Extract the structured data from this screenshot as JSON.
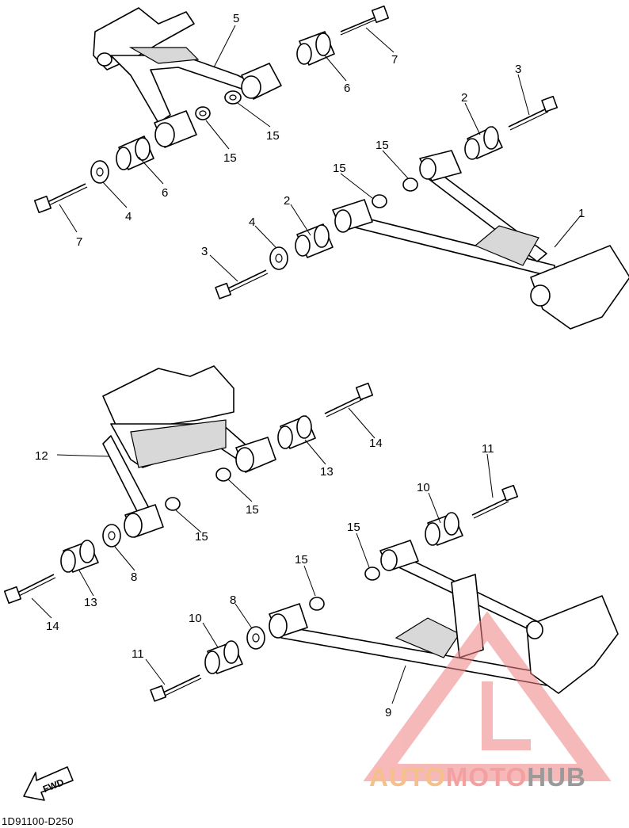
{
  "callouts": {
    "c1": "1",
    "c2a": "2",
    "c2b": "2",
    "c3a": "3",
    "c3b": "3",
    "c4a": "4",
    "c4b": "4",
    "c5": "5",
    "c6a": "6",
    "c6b": "6",
    "c7a": "7",
    "c7b": "7",
    "c8a": "8",
    "c8b": "8",
    "c9": "9",
    "c10a": "10",
    "c10b": "10",
    "c11a": "11",
    "c11b": "11",
    "c12": "12",
    "c13a": "13",
    "c13b": "13",
    "c14a": "14",
    "c14b": "14",
    "c15a": "15",
    "c15b": "15",
    "c15c": "15",
    "c15d": "15",
    "c15e": "15",
    "c15f": "15",
    "c15g": "15",
    "c15h": "15"
  },
  "fwd_label": "FWD",
  "diagram_code": "1D91100-D250",
  "watermark": {
    "part1": "AUTO",
    "part2": "MOTO",
    "part3": "HUB",
    "colors": {
      "orange": "#f5c08a",
      "red": "#f4a0a0",
      "grey": "#9a9a9a"
    }
  }
}
